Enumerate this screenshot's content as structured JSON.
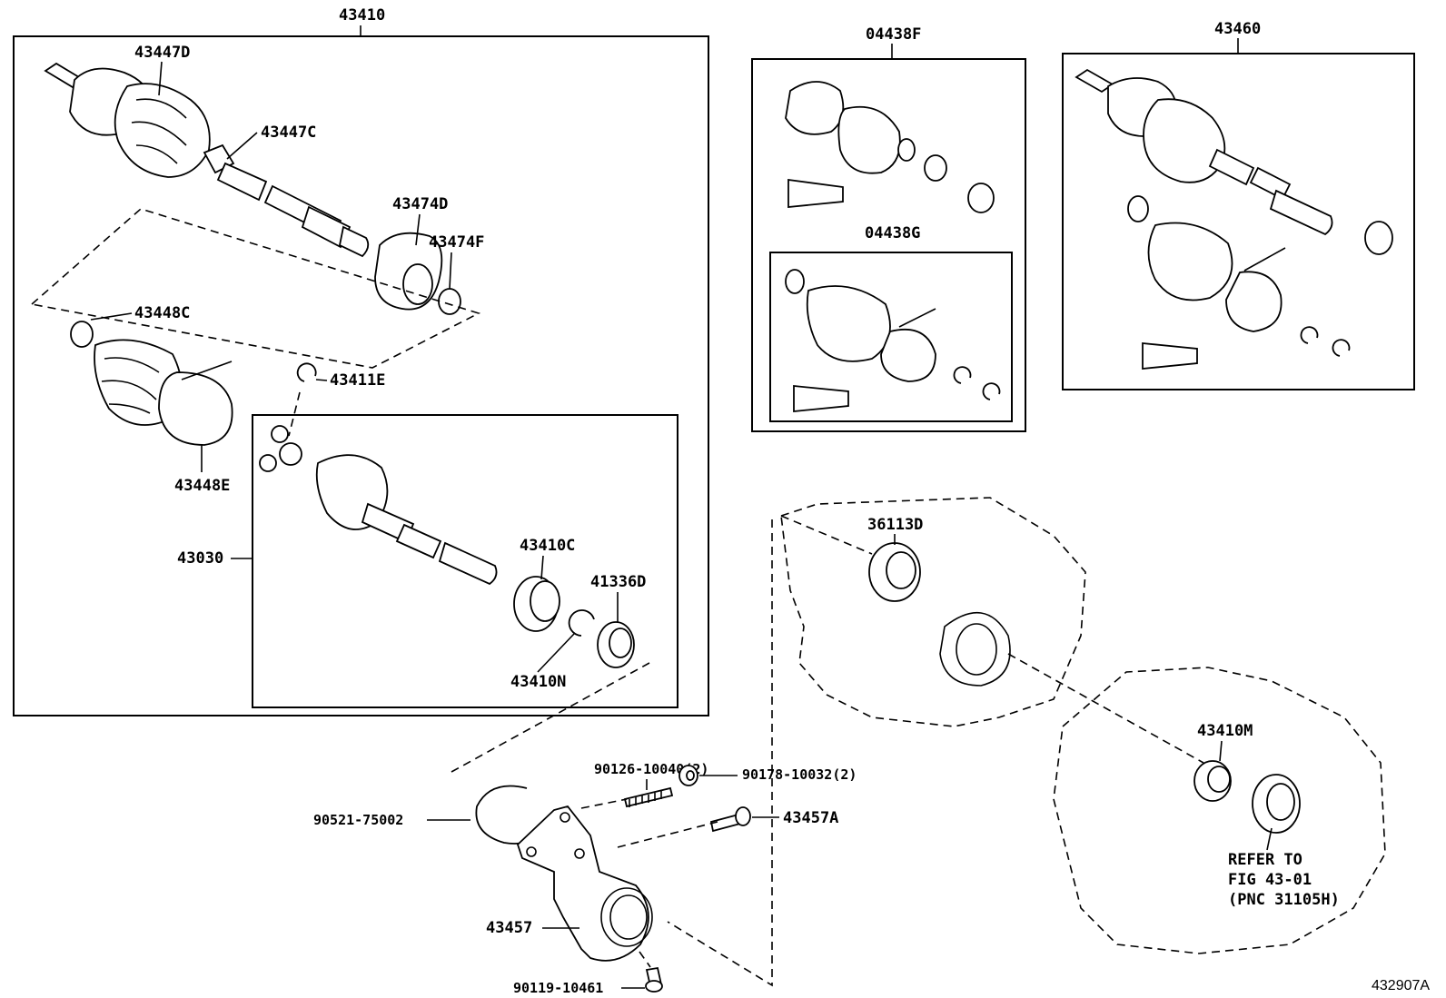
{
  "labels": {
    "p43410": "43410",
    "p43447D": "43447D",
    "p43447C": "43447C",
    "p43474D": "43474D",
    "p43474F": "43474F",
    "p43448C": "43448C",
    "p43411E": "43411E",
    "p43448E": "43448E",
    "p43030": "43030",
    "p43410C": "43410C",
    "p41336D": "41336D",
    "p43410N": "43410N",
    "p04438F": "04438F",
    "p04438G": "04438G",
    "p43460": "43460",
    "p36113D": "36113D",
    "p43410M": "43410M",
    "p90126": "90126-10040(2)",
    "p90178": "90178-10032(2)",
    "p90521": "90521-75002",
    "p43457A": "43457A",
    "p43457": "43457",
    "p90119": "90119-10461",
    "refer1": "REFER TO",
    "refer2": "FIG 43-01",
    "refer3": "(PNC 31105H)",
    "figure_id": "432907A"
  }
}
